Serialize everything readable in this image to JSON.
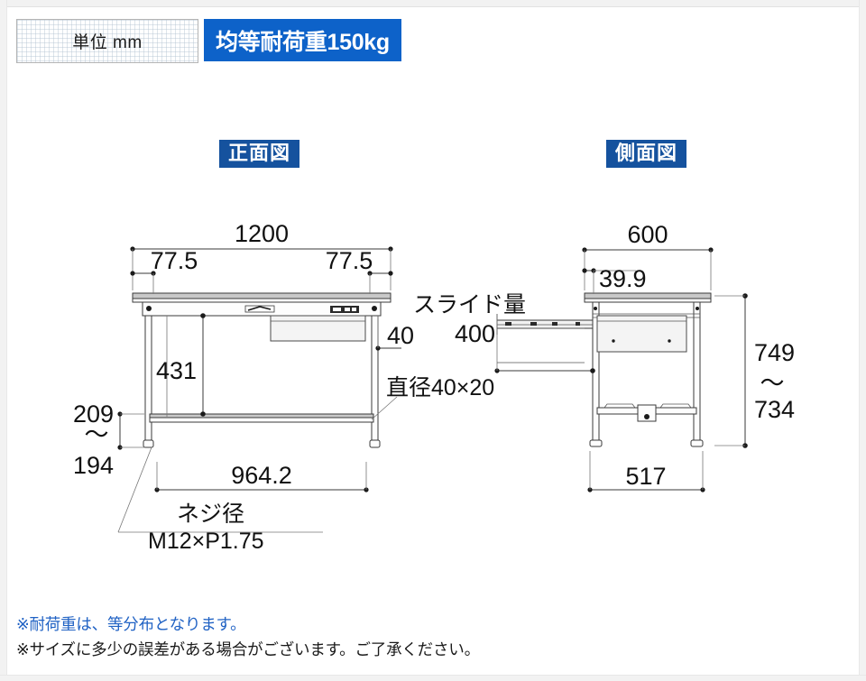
{
  "header": {
    "unit_label": "単位 mm",
    "load_badge": "均等耐荷重150kg",
    "badge_color": "#0d62c9"
  },
  "views": {
    "front_title": "正面図",
    "side_title": "側面図",
    "title_color": "#15529e"
  },
  "front_view": {
    "overall_width": "1200",
    "inset_left": "77.5",
    "inset_right": "77.5",
    "clear_height": "431",
    "frame_height": "40",
    "shelf_width": "964.2",
    "foot_range_top": "209",
    "foot_range_bot": "194",
    "foot_tilde": "〜",
    "caster_label": "直径40×20",
    "screw_label_1": "ネジ径",
    "screw_label_2": "M12×P1.75"
  },
  "slide": {
    "label": "スライド量",
    "value": "400"
  },
  "side_view": {
    "depth": "600",
    "top_overhang": "39.9",
    "height_top": "749",
    "height_tilde": "〜",
    "height_bot": "734",
    "foot_span": "517"
  },
  "notes": {
    "note_1": "※耐荷重は、等分布となります。",
    "note_2": "※サイズに多少の誤差がある場合がございます。ご了承ください。",
    "note_1_color": "#2062c4"
  }
}
